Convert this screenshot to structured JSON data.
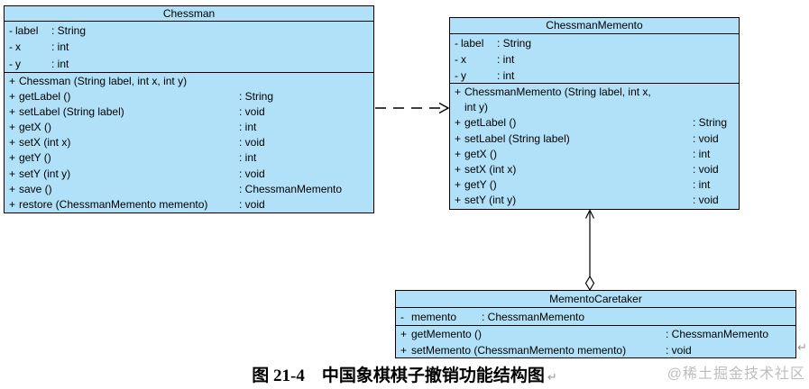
{
  "colors": {
    "box_fill": "#B1E1F8",
    "box_border": "#000000",
    "text": "#000000",
    "watermark": "#BDBDBD",
    "return_mark": "#999999"
  },
  "diagram": {
    "chessman": {
      "title": "Chessman",
      "attributes": [
        {
          "vis": "-",
          "name": "label",
          "type": ": String"
        },
        {
          "vis": "-",
          "name": "x",
          "type": ": int"
        },
        {
          "vis": "-",
          "name": "y",
          "type": ": int"
        }
      ],
      "methods": [
        {
          "vis": "+",
          "sig": "Chessman (String label, int x, int y)",
          "ret": ""
        },
        {
          "vis": "+",
          "sig": "getLabel ()",
          "ret": ": String"
        },
        {
          "vis": "+",
          "sig": "setLabel (String label)",
          "ret": ": void"
        },
        {
          "vis": "+",
          "sig": "getX ()",
          "ret": ": int"
        },
        {
          "vis": "+",
          "sig": "setX (int x)",
          "ret": ": void"
        },
        {
          "vis": "+",
          "sig": "getY ()",
          "ret": ": int"
        },
        {
          "vis": "+",
          "sig": "setY (int y)",
          "ret": ": void"
        },
        {
          "vis": "+",
          "sig": "save ()",
          "ret": ": ChessmanMemento"
        },
        {
          "vis": "+",
          "sig": "restore (ChessmanMemento memento)",
          "ret": ": void"
        }
      ]
    },
    "chessman_memento": {
      "title": "ChessmanMemento",
      "attributes": [
        {
          "vis": "-",
          "name": "label",
          "type": ": String"
        },
        {
          "vis": "-",
          "name": "x",
          "type": ": int"
        },
        {
          "vis": "-",
          "name": "y",
          "type": ": int"
        }
      ],
      "methods": [
        {
          "vis": "+",
          "sig": "ChessmanMemento (String label, int x,",
          "ret": ""
        },
        {
          "vis": "",
          "sig": "int y)",
          "ret": "",
          "cont": true
        },
        {
          "vis": "+",
          "sig": "getLabel ()",
          "ret": ": String"
        },
        {
          "vis": "+",
          "sig": "setLabel (String label)",
          "ret": ": void"
        },
        {
          "vis": "+",
          "sig": "getX ()",
          "ret": ": int"
        },
        {
          "vis": "+",
          "sig": "setX (int x)",
          "ret": ": void"
        },
        {
          "vis": "+",
          "sig": "getY ()",
          "ret": ": int"
        },
        {
          "vis": "+",
          "sig": "setY (int y)",
          "ret": ": void"
        }
      ]
    },
    "memento_caretaker": {
      "title": "MementoCaretaker",
      "attributes": [
        {
          "vis": "-",
          "name": "memento",
          "type": ": ChessmanMemento"
        }
      ],
      "methods": [
        {
          "vis": "+",
          "sig": "getMemento ()",
          "ret": ": ChessmanMemento"
        },
        {
          "vis": "+",
          "sig": "setMemento (ChessmanMemento memento)",
          "ret": ": void"
        }
      ]
    },
    "relations": [
      {
        "from": "Chessman",
        "to": "ChessmanMemento",
        "kind": "dependency (dashed, open arrow)"
      },
      {
        "from": "MementoCaretaker",
        "to": "ChessmanMemento",
        "kind": "aggregation (open diamond at caretaker, open arrow at memento)"
      }
    ]
  },
  "caption": {
    "text": "图 21-4　中国象棋棋子撤销功能结构图",
    "return_mark": "↵"
  },
  "watermark": "@稀土掘金技术社区"
}
